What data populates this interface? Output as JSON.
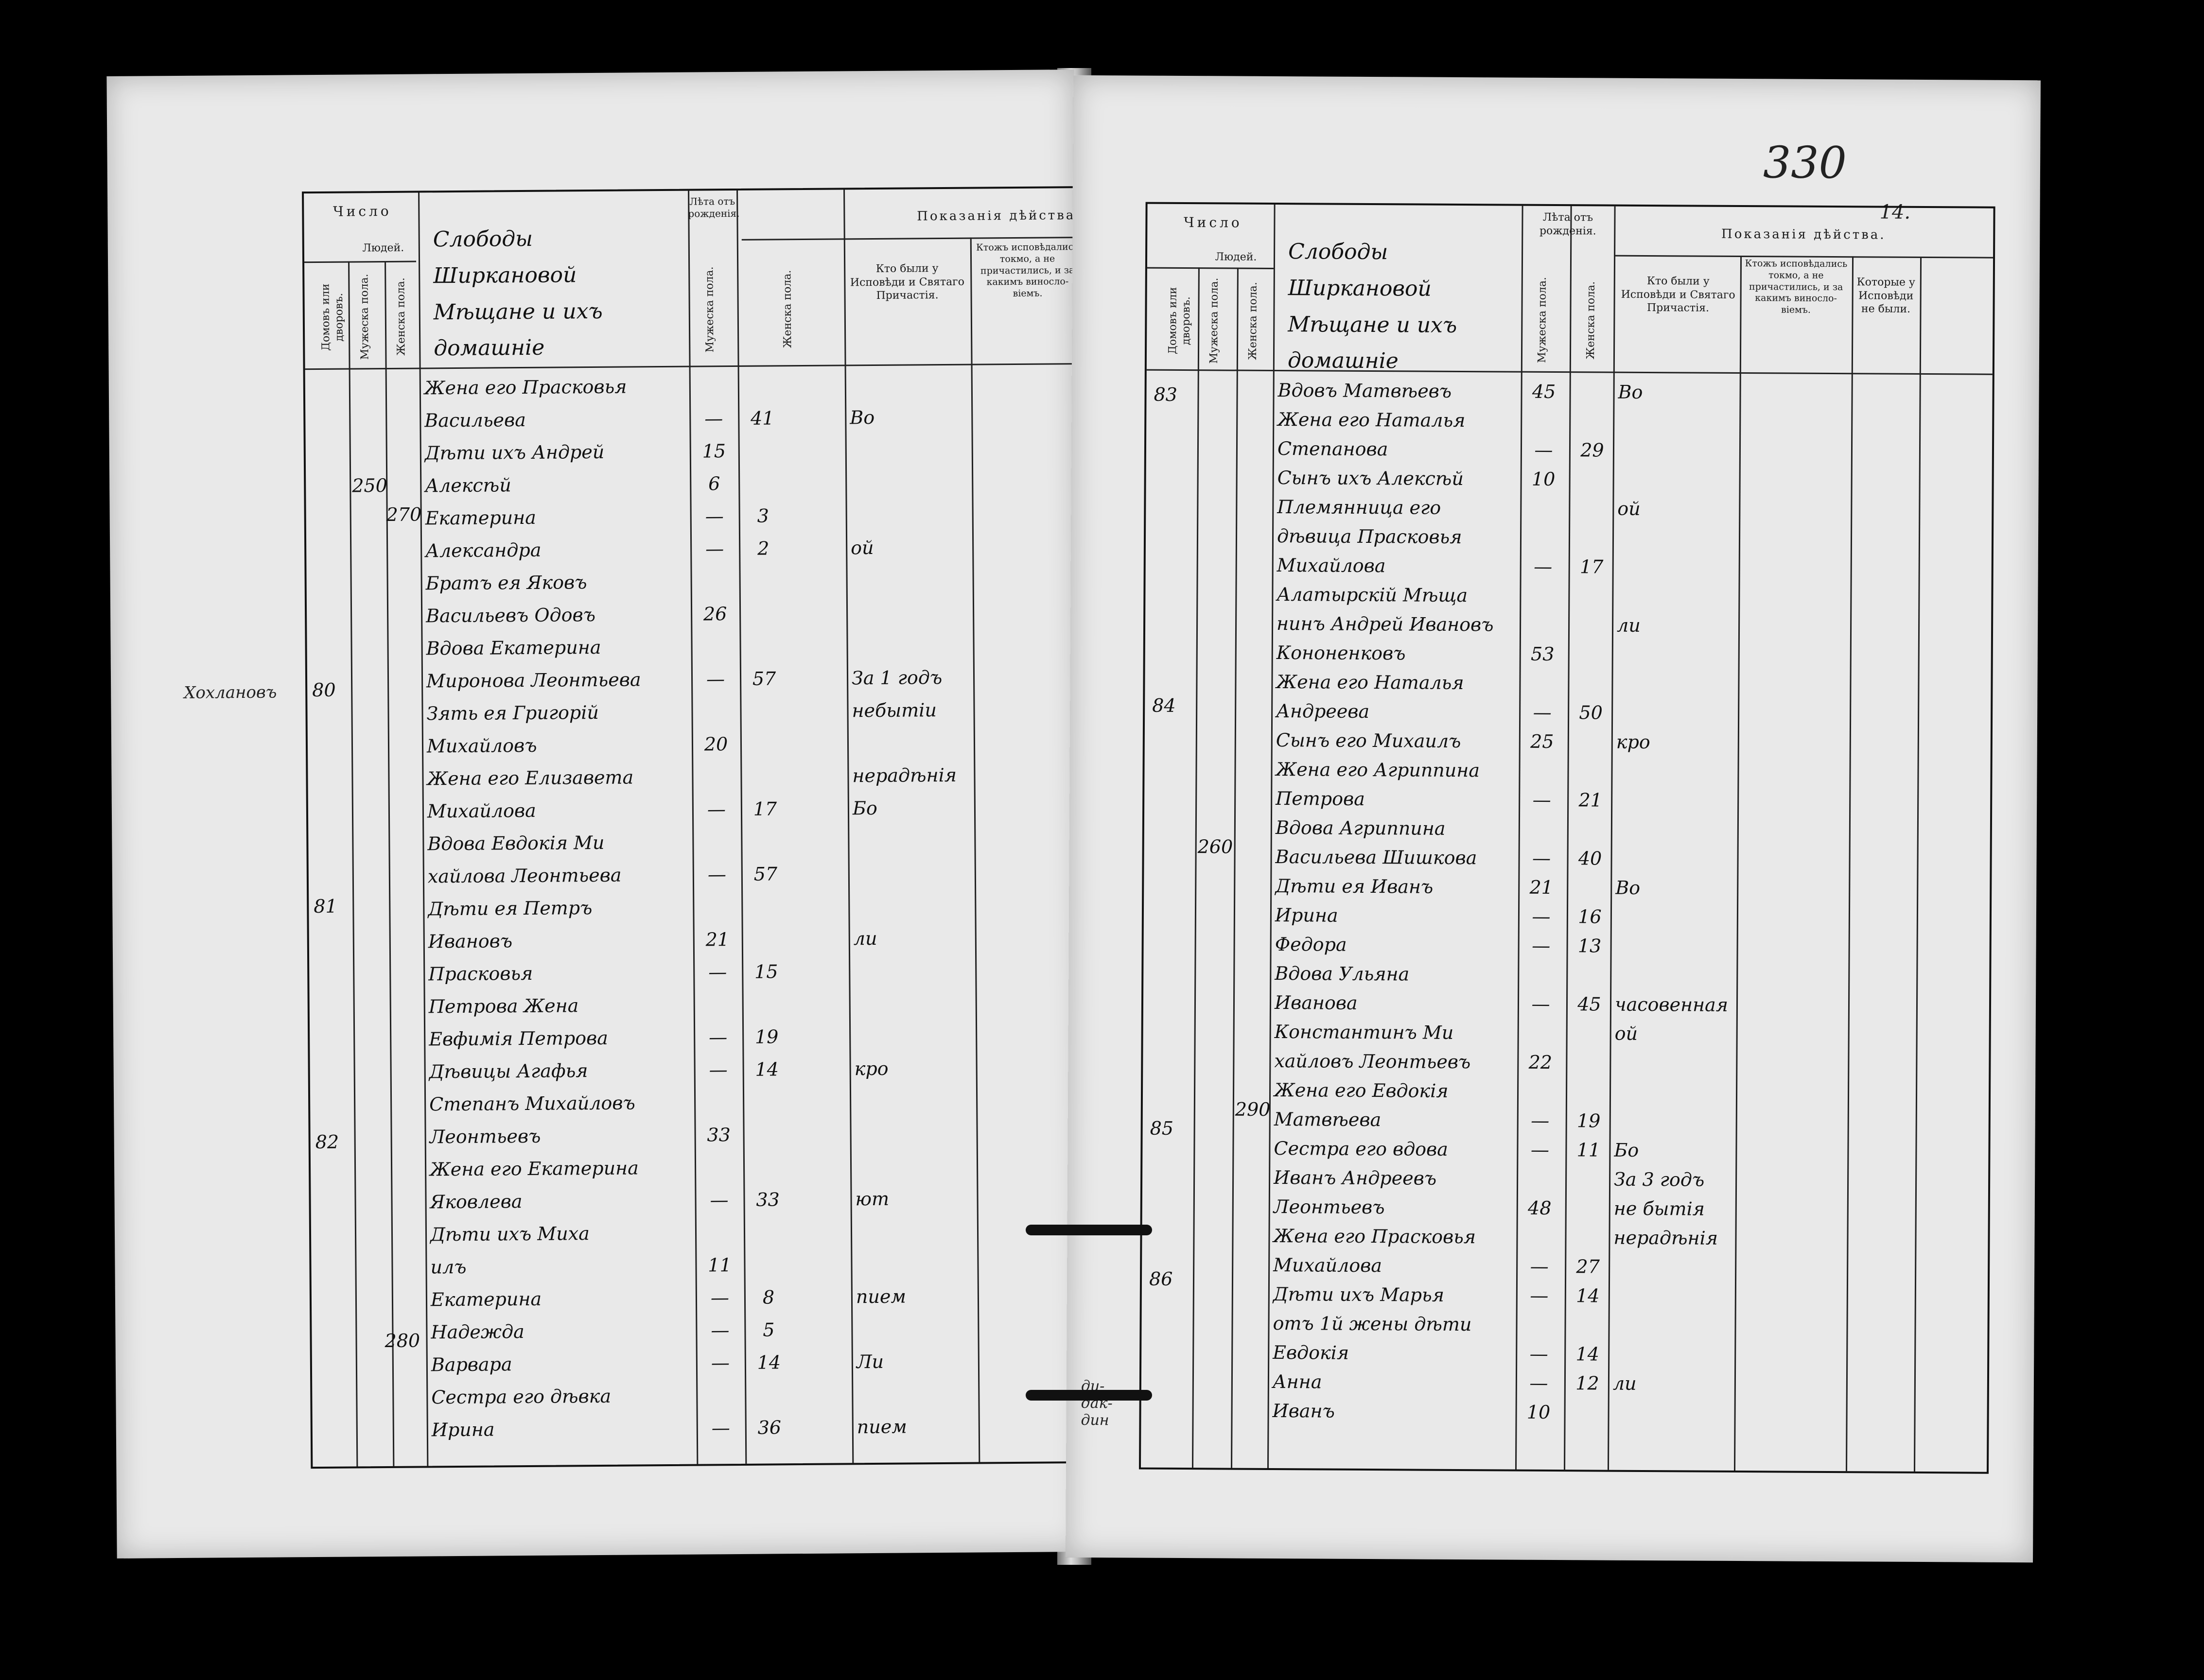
{
  "folio": {
    "number": "330",
    "page": "14."
  },
  "left_margin_note": "Хохлановъ",
  "headers": {
    "chislo": "Число",
    "lyudei": "Людей.",
    "domov": "Домовъ или дворовъ.",
    "muzh": "Мужеска пола.",
    "zhen": "Женска пола.",
    "leta": "Лѣта отъ рожденія.",
    "leta_muzh": "Мужеска пола.",
    "leta_zhen": "Женска пола.",
    "pokazania": "Показанія дѣйства.",
    "kto_byli": "Кто были у Исповѣди и Святаго Причастія.",
    "ktozh": "Ктожъ исповѣдались токмо, а не причастились, и за какимъ виносло-віемъ.",
    "kotorye": "Которые у Исповѣди не были."
  },
  "left_page": {
    "heading": "Слободы Ширкановой Мѣщане и ихъ домашніе",
    "rows": [
      {
        "text": "Жена его Прасковья",
        "m": "",
        "f": "",
        "note": ""
      },
      {
        "text": "Васильева",
        "m": "—",
        "f": "41",
        "note": "Во"
      },
      {
        "text": "Дѣти ихъ Андрей",
        "m": "15",
        "f": "",
        "note": ""
      },
      {
        "text": "Алексѣй",
        "m": "6",
        "f": "",
        "note": ""
      },
      {
        "text": "Екатерина",
        "m": "—",
        "f": "3",
        "note": ""
      },
      {
        "text": "Александра",
        "m": "—",
        "f": "2",
        "note": "ой"
      },
      {
        "text": "Братъ ея Яковъ",
        "m": "",
        "f": "",
        "note": ""
      },
      {
        "text": "Васильевъ Одовъ",
        "m": "26",
        "f": "",
        "note": ""
      },
      {
        "text": "Вдова Екатерина",
        "m": "",
        "f": "",
        "note": ""
      },
      {
        "text": "Миронова Леонтьева",
        "m": "—",
        "f": "57",
        "note": "За 1 годъ"
      },
      {
        "text": "Зять ея Григорій",
        "m": "",
        "f": "",
        "note": "небытіи"
      },
      {
        "text": "Михайловъ",
        "m": "20",
        "f": "",
        "note": ""
      },
      {
        "text": "Жена его Елизавета",
        "m": "",
        "f": "",
        "note": "нерадѣнія"
      },
      {
        "text": "Михайлова",
        "m": "—",
        "f": "17",
        "note": "Бо"
      },
      {
        "text": "Вдова Евдокія Ми",
        "m": "",
        "f": "",
        "note": ""
      },
      {
        "text": "хайлова Леонтьева",
        "m": "—",
        "f": "57",
        "note": ""
      },
      {
        "text": "Дѣти ея Петръ",
        "m": "",
        "f": "",
        "note": ""
      },
      {
        "text": "Ивановъ",
        "m": "21",
        "f": "",
        "note": "ли"
      },
      {
        "text": "Прасковья",
        "m": "—",
        "f": "15",
        "note": ""
      },
      {
        "text": "Петрова Жена",
        "m": "",
        "f": "",
        "note": ""
      },
      {
        "text": "Евфимія Петрова",
        "m": "—",
        "f": "19",
        "note": ""
      },
      {
        "text": "Дѣвицы Агафья",
        "m": "—",
        "f": "14",
        "note": "кро"
      },
      {
        "text": "Степанъ Михайловъ",
        "m": "",
        "f": "",
        "note": ""
      },
      {
        "text": "Леонтьевъ",
        "m": "33",
        "f": "",
        "note": ""
      },
      {
        "text": "Жена его Екатерина",
        "m": "",
        "f": "",
        "note": ""
      },
      {
        "text": "Яковлева",
        "m": "—",
        "f": "33",
        "note": "ют"
      },
      {
        "text": "Дѣти ихъ Миха",
        "m": "",
        "f": "",
        "note": ""
      },
      {
        "text": "илъ",
        "m": "11",
        "f": "",
        "note": ""
      },
      {
        "text": "Екатерина",
        "m": "—",
        "f": "8",
        "note": "пием"
      },
      {
        "text": "Надежда",
        "m": "—",
        "f": "5",
        "note": ""
      },
      {
        "text": "Варвара",
        "m": "—",
        "f": "14",
        "note": "Ли"
      },
      {
        "text": "Сестра его дѣвка",
        "m": "",
        "f": "",
        "note": ""
      },
      {
        "text": "Ирина",
        "m": "—",
        "f": "36",
        "note": "пием"
      }
    ],
    "dvor": [
      "80",
      "81",
      "82"
    ],
    "muzh_totals": [
      "250",
      "280"
    ],
    "zhen_totals": [
      "270"
    ]
  },
  "right_page": {
    "heading": "Слободы Ширкановой Мѣщане и ихъ домашніе",
    "rows": [
      {
        "text": "Вдовъ Матвѣевъ",
        "m": "45",
        "f": "",
        "note": "Во"
      },
      {
        "text": "Жена его Наталья",
        "m": "",
        "f": "",
        "note": ""
      },
      {
        "text": "Степанова",
        "m": "—",
        "f": "29",
        "note": ""
      },
      {
        "text": "Сынъ ихъ Алексѣй",
        "m": "10",
        "f": "",
        "note": ""
      },
      {
        "text": "Племянница его",
        "m": "",
        "f": "",
        "note": "ой"
      },
      {
        "text": "дѣвица Прасковья",
        "m": "",
        "f": "",
        "note": ""
      },
      {
        "text": "Михайлова",
        "m": "—",
        "f": "17",
        "note": ""
      },
      {
        "text": "Алатырскій Мѣща",
        "m": "",
        "f": "",
        "note": ""
      },
      {
        "text": "нинъ Андрей Ивановъ",
        "m": "",
        "f": "",
        "note": "ли"
      },
      {
        "text": "Кононенковъ",
        "m": "53",
        "f": "",
        "note": ""
      },
      {
        "text": "Жена его Наталья",
        "m": "",
        "f": "",
        "note": ""
      },
      {
        "text": "Андреева",
        "m": "—",
        "f": "50",
        "note": ""
      },
      {
        "text": "Сынъ его Михаилъ",
        "m": "25",
        "f": "",
        "note": "кро"
      },
      {
        "text": "Жена его Агриппина",
        "m": "",
        "f": "",
        "note": ""
      },
      {
        "text": "Петрова",
        "m": "—",
        "f": "21",
        "note": ""
      },
      {
        "text": "Вдова Агриппина",
        "m": "",
        "f": "",
        "note": ""
      },
      {
        "text": "Васильева Шишкова",
        "m": "—",
        "f": "40",
        "note": ""
      },
      {
        "text": "Дѣти ея Иванъ",
        "m": "21",
        "f": "",
        "note": "Во"
      },
      {
        "text": "Ирина",
        "m": "—",
        "f": "16",
        "note": ""
      },
      {
        "text": "Федора",
        "m": "—",
        "f": "13",
        "note": ""
      },
      {
        "text": "Вдова Ульяна",
        "m": "",
        "f": "",
        "note": ""
      },
      {
        "text": "Иванова",
        "m": "—",
        "f": "45",
        "note": "часовенная"
      },
      {
        "text": "Константинъ Ми",
        "m": "",
        "f": "",
        "note": "ой"
      },
      {
        "text": "хайловъ Леонтьевъ",
        "m": "22",
        "f": "",
        "note": ""
      },
      {
        "text": "Жена его Евдокія",
        "m": "",
        "f": "",
        "note": ""
      },
      {
        "text": "Матвѣева",
        "m": "—",
        "f": "19",
        "note": ""
      },
      {
        "text": "Сестра его вдова",
        "m": "—",
        "f": "11",
        "note": "Бо"
      },
      {
        "text": "Иванъ Андреевъ",
        "m": "",
        "f": "",
        "note": "За 3 годъ"
      },
      {
        "text": "Леонтьевъ",
        "m": "48",
        "f": "",
        "note": "не бытія"
      },
      {
        "text": "Жена его Прасковья",
        "m": "",
        "f": "",
        "note": "нерадѣнія"
      },
      {
        "text": "Михайлова",
        "m": "—",
        "f": "27",
        "note": ""
      },
      {
        "text": "Дѣти ихъ Марья",
        "m": "—",
        "f": "14",
        "note": ""
      },
      {
        "text": "отъ 1й жены дѣти",
        "m": "",
        "f": "",
        "note": ""
      },
      {
        "text": "Евдокія",
        "m": "—",
        "f": "14",
        "note": ""
      },
      {
        "text": "Анна",
        "m": "—",
        "f": "12",
        "note": "ли"
      },
      {
        "text": "Иванъ",
        "m": "10",
        "f": "",
        "note": ""
      }
    ],
    "dvor": [
      "83",
      "84",
      "85",
      "86"
    ],
    "muzh_totals": [
      "260"
    ],
    "zhen_totals": [
      "290"
    ],
    "gutter_note": "ди-дак-дин"
  }
}
